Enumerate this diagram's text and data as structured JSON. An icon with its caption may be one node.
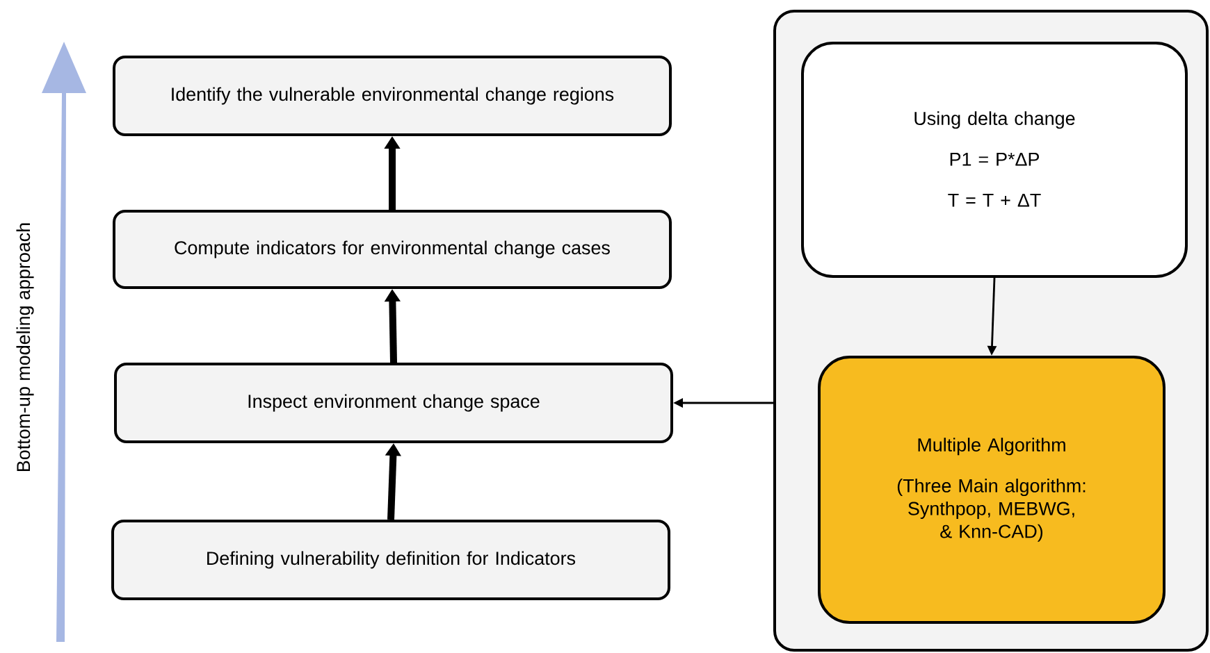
{
  "diagram": {
    "nodes": [
      {
        "text": [
          "Identify the vulnerable environmental change regions"
        ]
      },
      {
        "text": [
          "Compute indicators for environmental change cases"
        ]
      },
      {
        "text": [
          "Inspect environment change space"
        ]
      },
      {
        "text": [
          "Defining vulnerability definition for Indicators"
        ]
      },
      {
        "text": [],
        "shape": "box"
      },
      {
        "text": [
          "Using delta change",
          "P1 = P*ΔP",
          "T = T + ΔT"
        ],
        "in": 4
      },
      {
        "text": [
          "Multiple Algorithm",
          "(Three Main algorithm: Synthpop, MEBWG, & Knn-CAD)"
        ],
        "in": 4
      }
    ],
    "edges": [
      {
        "from": 3,
        "to": 2,
        "arrow": "to"
      },
      {
        "from": 2,
        "to": 1,
        "arrow": "to"
      },
      {
        "from": 1,
        "to": 0,
        "arrow": "to"
      },
      {
        "from": 5,
        "to": 6,
        "arrow": "to"
      },
      {
        "from": 4,
        "to": 2,
        "arrow": "to"
      }
    ],
    "labels": [
      "Bottom-up modeling approach"
    ]
  }
}
